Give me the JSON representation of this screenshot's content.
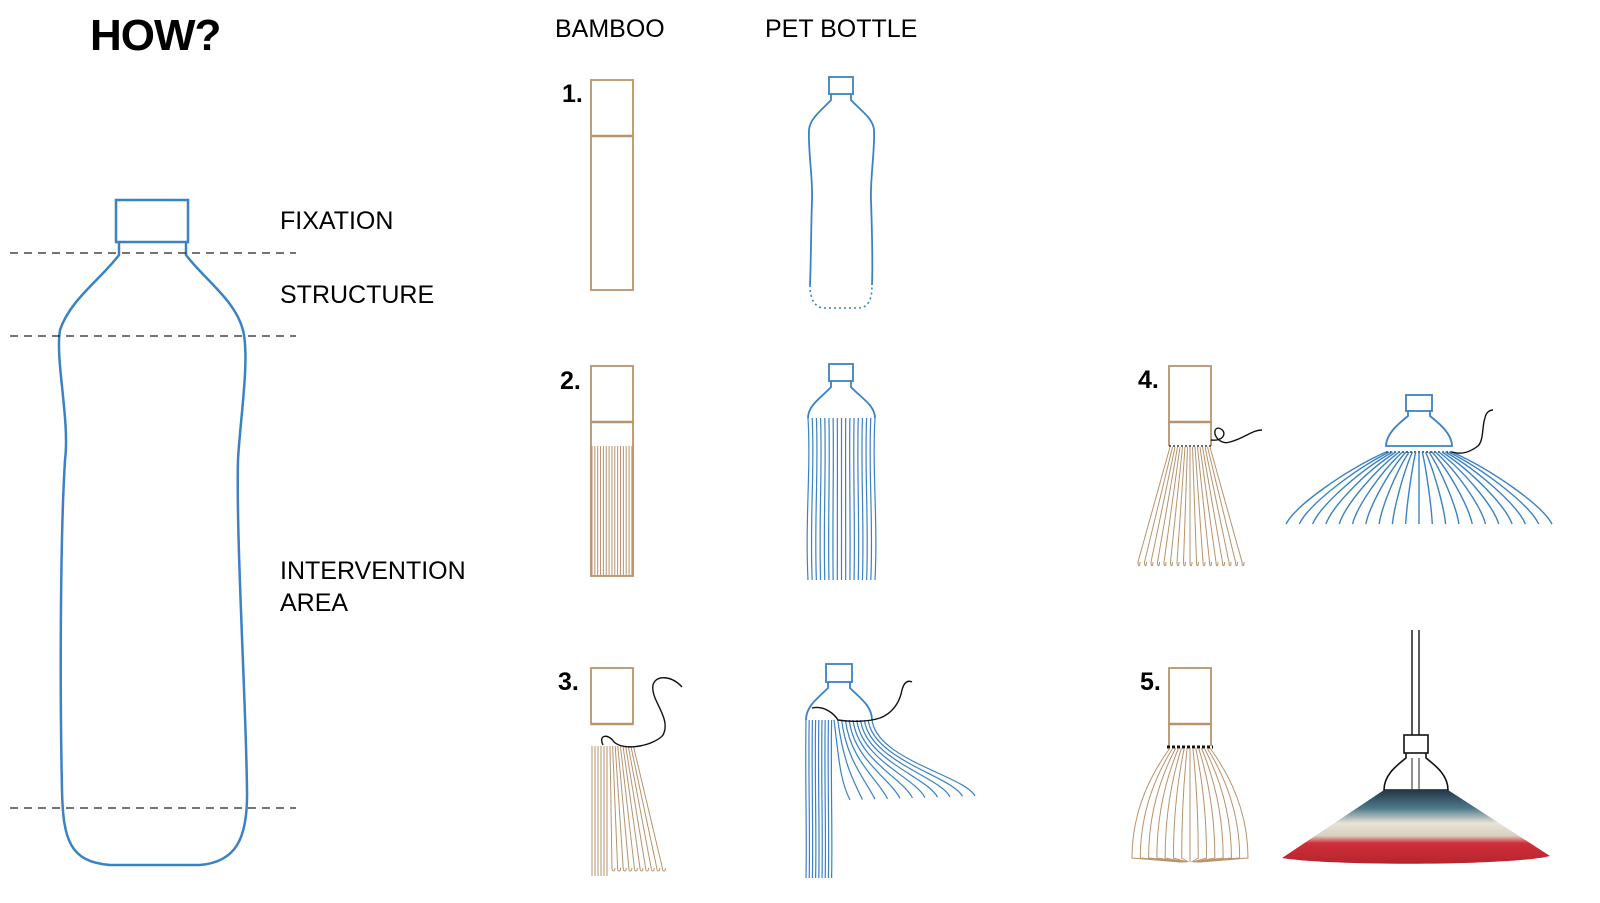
{
  "title": "HOW?",
  "zones": {
    "fixation": "FIXATION",
    "structure": "STRUCTURE",
    "intervention_line1": "INTERVENTION",
    "intervention_line2": "AREA"
  },
  "columns": {
    "bamboo": "BAMBOO",
    "pet_bottle": "PET BOTTLE"
  },
  "steps": [
    "1.",
    "2.",
    "3.",
    "4.",
    "5."
  ],
  "colors": {
    "bottle": "#3a82c4",
    "bamboo": "#b8936b",
    "ink": "#111111",
    "lamp_red": "#d23a3f",
    "lamp_dark": "#2a3c4a"
  }
}
